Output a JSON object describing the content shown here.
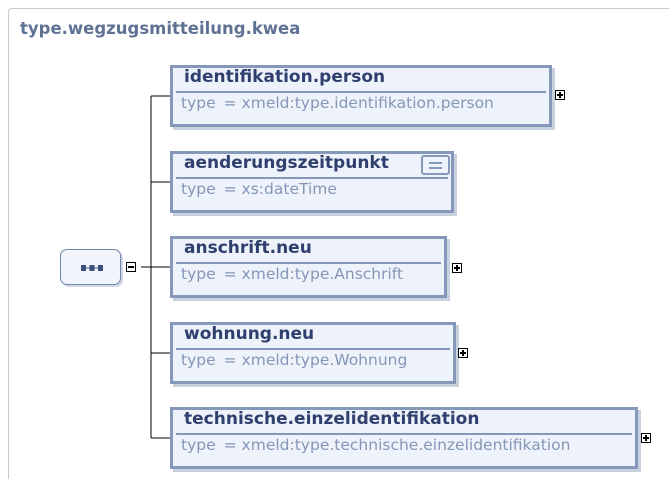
{
  "complex_type": {
    "name": "type.wegzugsmitteilung.kwea"
  },
  "compositor": {
    "kind": "sequence",
    "icon": "sequence-icon",
    "toggle": "collapse"
  },
  "elements": [
    {
      "name": "identifikation.person",
      "type_label": "type",
      "type_value": "= xmeld:type.identifikation.person",
      "expand_toggle": true,
      "documentation_icon": false
    },
    {
      "name": "aenderungszeitpunkt",
      "type_label": "type",
      "type_value": "= xs:dateTime",
      "expand_toggle": false,
      "documentation_icon": true
    },
    {
      "name": "anschrift.neu",
      "type_label": "type",
      "type_value": "= xmeld:type.Anschrift",
      "expand_toggle": true,
      "documentation_icon": false
    },
    {
      "name": "wohnung.neu",
      "type_label": "type",
      "type_value": "= xmeld:type.Wohnung",
      "expand_toggle": true,
      "documentation_icon": false
    },
    {
      "name": "technische.einzelidentifikation",
      "type_label": "type",
      "type_value": "= xmeld:type.technische.einzelidentifikation",
      "expand_toggle": true,
      "documentation_icon": false
    }
  ],
  "colors": {
    "title": "#5f7294",
    "element_name": "#2f3f6e",
    "element_border": "#8598b9",
    "element_fill": "#eef3fb",
    "type_text": "#8596b7"
  }
}
